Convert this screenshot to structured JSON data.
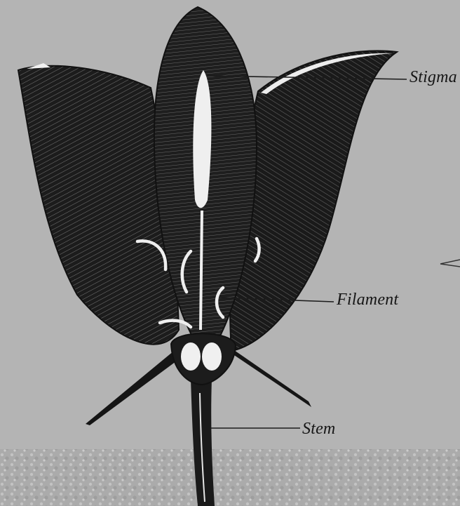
{
  "labels": {
    "stigma": "Stigma",
    "filament": "Filament",
    "stem": "Stem"
  },
  "colors": {
    "background": "#b4b4b4",
    "ink": "#161616",
    "highlight": "#f2f2f2"
  }
}
